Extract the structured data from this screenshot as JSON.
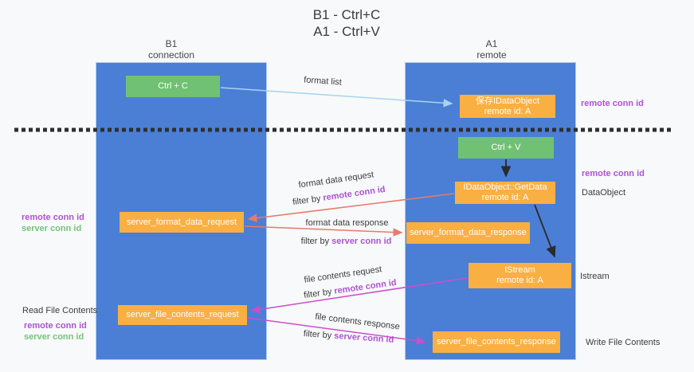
{
  "title": {
    "line1": "B1 - Ctrl+C",
    "line2": "A1 - Ctrl+V"
  },
  "lanes": {
    "left": {
      "header_top": "B1",
      "header_bottom": "connection"
    },
    "right": {
      "header_top": "A1",
      "header_bottom": "remote"
    }
  },
  "nodes": {
    "ctrl_c": {
      "label": "Ctrl + C"
    },
    "save_idataobject": {
      "line1": "保存IDataObject",
      "line2": "remote id: A"
    },
    "ctrl_v": {
      "label": "Ctrl + V"
    },
    "idataobject_getdata": {
      "line1": "IDataObject::GetData",
      "line2": "remote id: A"
    },
    "server_format_data_request": {
      "label": "server_format_data_request"
    },
    "server_format_data_response": {
      "label": "server_format_data_response"
    },
    "istream": {
      "line1": "IStream",
      "line2": "remote id: A"
    },
    "server_file_contents_request": {
      "label": "server_file_contents_request"
    },
    "server_file_contents_response": {
      "label": "server_file_contents_response"
    }
  },
  "edges": {
    "format_list": {
      "label": "format list"
    },
    "format_data_request": {
      "label": "format data request",
      "filter_prefix": "filter by ",
      "filter_key": "remote conn id"
    },
    "format_data_response": {
      "label": "format data response",
      "filter_prefix": "filter by ",
      "filter_key": "server conn id"
    },
    "file_contents_request": {
      "label": "file contents request",
      "filter_prefix": "filter by ",
      "filter_key": "remote conn id"
    },
    "file_contents_response": {
      "label": "file contents response",
      "filter_prefix": "filter by ",
      "filter_key": "server conn id"
    }
  },
  "side_labels": {
    "right_remote_conn_id_top": "remote conn id",
    "right_remote_conn_id_mid": "remote conn id",
    "dataobject": "DataObject",
    "istream": "Istream",
    "write_file_contents": "Write File Contents",
    "left_remote_conn_id_mid": "remote conn id",
    "left_server_conn_id_mid": "server conn id",
    "read_file_contents": "Read File Contents",
    "left_remote_conn_id_bottom": "remote conn id",
    "left_server_conn_id_bottom": "server conn id"
  },
  "colors": {
    "background": "#F8F9FA",
    "lane_fill": "#4A7FD5",
    "node_orange": "#F9AF42",
    "node_green": "#71C174",
    "arrow_lightblue": "#A9D3F0",
    "arrow_red": "#E8796B",
    "arrow_magenta": "#C94FCB",
    "arrow_black": "#2B2B2B",
    "dashed_separator": "#2F2F2F",
    "label_purple": "#AC53D1",
    "label_green": "#74C378"
  }
}
